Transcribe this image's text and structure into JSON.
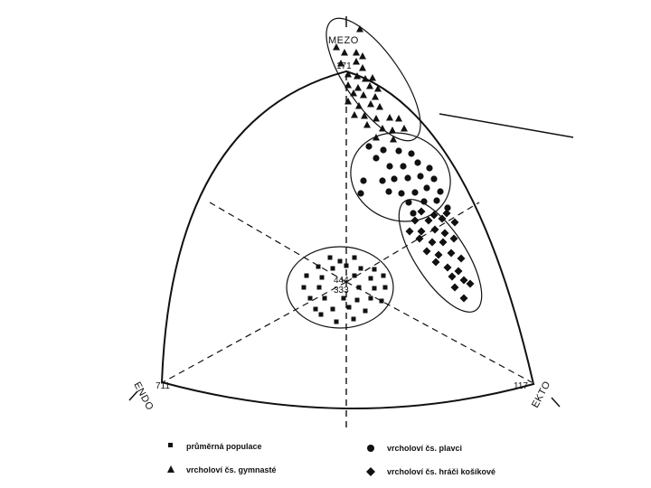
{
  "apexes": {
    "mezo": "MEZO",
    "endo": "ENDO",
    "ekto": "EKTO"
  },
  "scores": {
    "top": "171",
    "left": "711",
    "right": "117",
    "center_upper": "444",
    "center_lower": "333"
  },
  "legend": {
    "squares": "průměrná populace",
    "triangles": "vrcholoví čs. gymnasté",
    "circles": "vrcholoví čs. plavci",
    "diamonds": "vrcholoví čs. hráči košíkové"
  },
  "marker_colors": {
    "ink": "#111111"
  },
  "marker_shapes": {
    "squares": "square",
    "triangles": "triangle",
    "circles": "circle",
    "diamonds": "diamond"
  }
}
